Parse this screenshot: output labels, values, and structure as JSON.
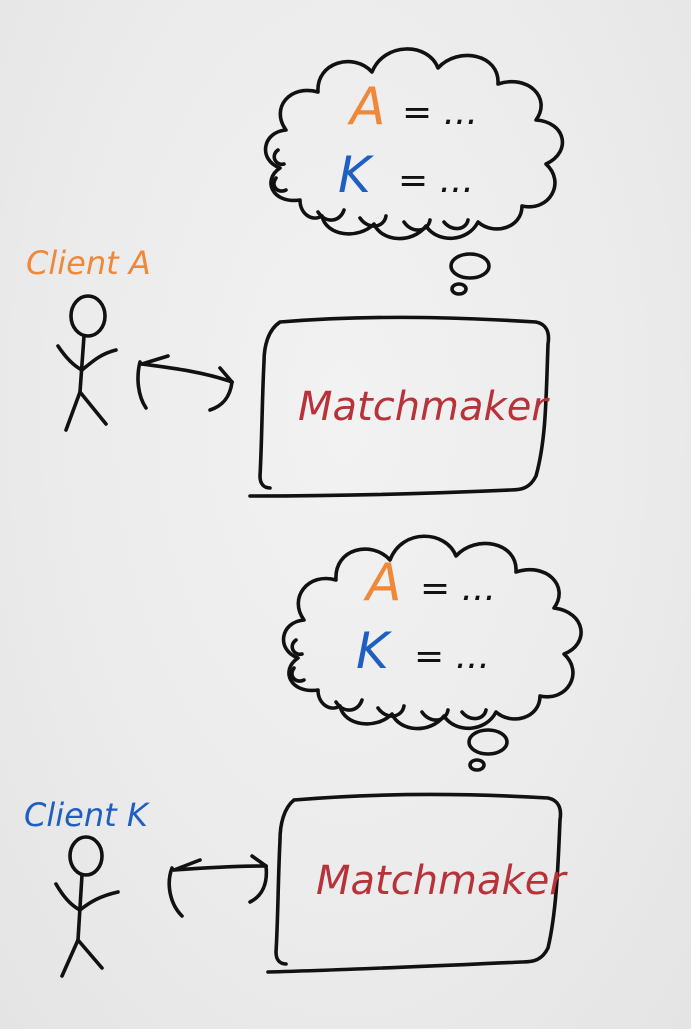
{
  "colors": {
    "ink": "#111111",
    "client_a": "#f0883a",
    "client_k": "#1f5fc2",
    "matchmaker": "#b8323a",
    "background": "#ececec"
  },
  "top_section": {
    "client_label": "Client A",
    "matchmaker_label": "Matchmaker",
    "thought": {
      "line1_var": "A",
      "line1_rest": "= ...",
      "line2_var": "K",
      "line2_rest": "= ..."
    }
  },
  "bottom_section": {
    "client_label": "Client K",
    "matchmaker_label": "Matchmaker",
    "thought": {
      "line1_var": "A",
      "line1_rest": "= ...",
      "line2_var": "K",
      "line2_rest": "= ..."
    }
  }
}
